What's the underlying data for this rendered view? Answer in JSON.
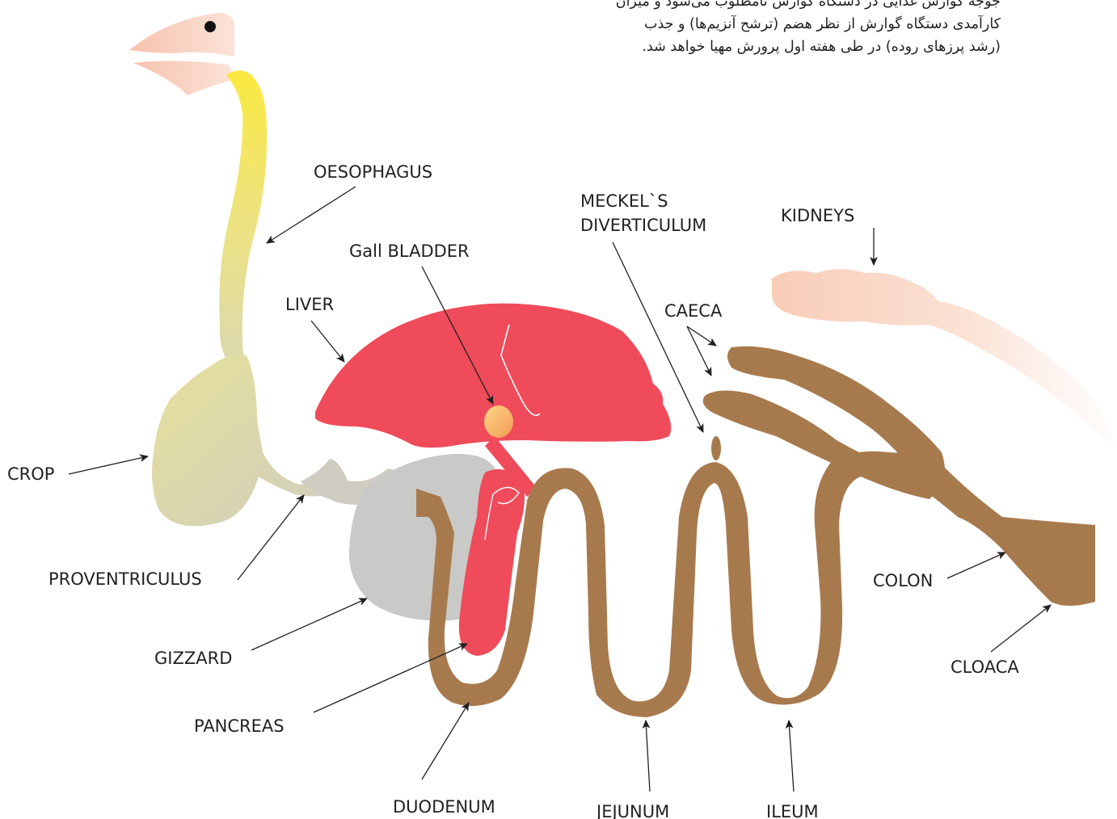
{
  "intro_text": {
    "line1": "جوجه گوارش غذایی در دستگاه گوارش نامطلوب می‌شود و میزان",
    "line2": "کارآمدی دستگاه گوارش از نظر هضم (ترشح آنزیم‌ها) و جذب",
    "line3": "(رشد پرزهای روده) در طی هفته اول پرورش مهیا خواهد شد."
  },
  "labels": {
    "oesophagus": "OESOPHAGUS",
    "gall_bladder": "Gall BLADDER",
    "liver": "LIVER",
    "meckels_line1": "MECKEL`S",
    "meckels_line2": "DIVERTICULUM",
    "kidneys": "KIDNEYS",
    "caeca": "CAECA",
    "crop": "CROP",
    "proventriculus": "PROVENTRICULUS",
    "gizzard": "GIZZARD",
    "pancreas": "PANCREAS",
    "colon": "COLON",
    "cloaca": "CLOACA",
    "duodenum": "DUODENUM",
    "jejunum": "JEJUNUM",
    "ileum": "ILEUM"
  },
  "colors": {
    "beak": "#f7c9b8",
    "oesophagus_top": "#f7e84a",
    "crop": "#e1dcaa",
    "gizzard": "#c9c9c7",
    "liver": "#ef4b5a",
    "intestine": "#a77a4e",
    "kidney": "#f7d3c0",
    "gall_bladder": "#f7b15a"
  }
}
